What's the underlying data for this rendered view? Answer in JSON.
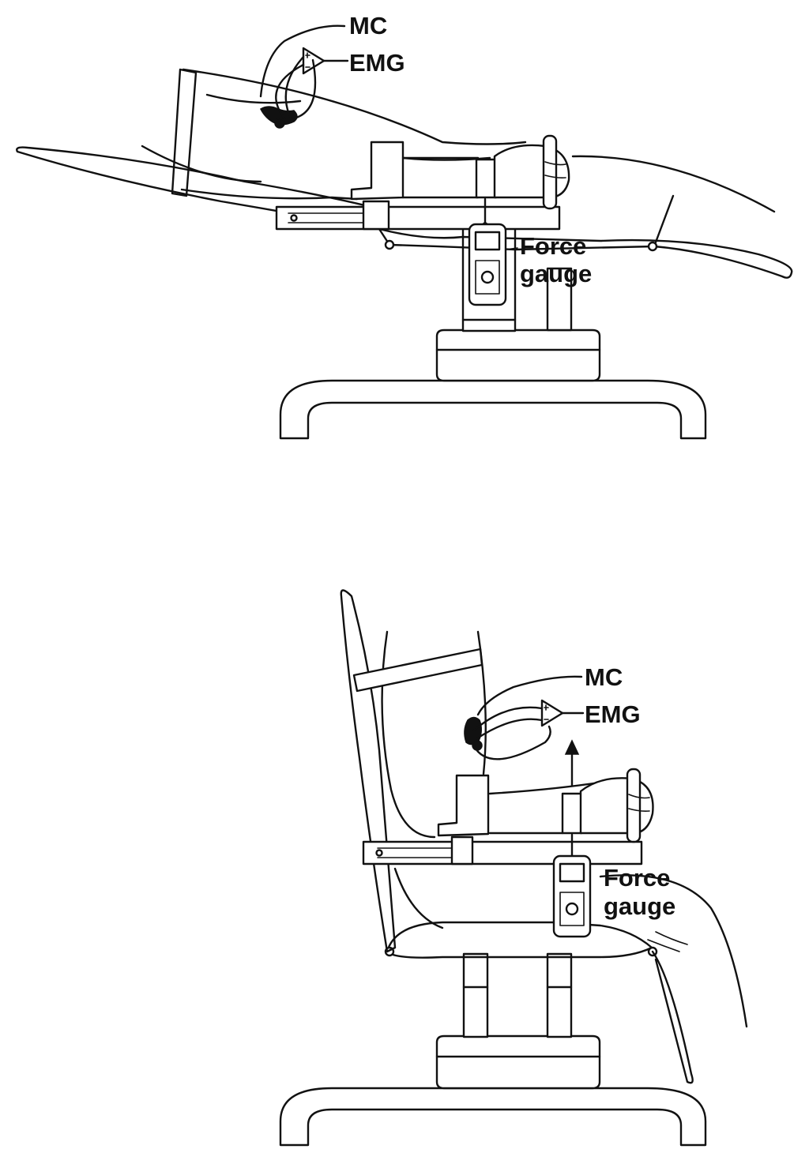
{
  "figure": {
    "top_panel": {
      "labels": {
        "mc": "MC",
        "emg": "EMG",
        "force_gauge_line1": "Force",
        "force_gauge_line2": "gauge"
      }
    },
    "bottom_panel": {
      "labels": {
        "mc": "MC",
        "emg": "EMG",
        "force_gauge_line1": "Force",
        "force_gauge_line2": "gauge"
      }
    }
  }
}
